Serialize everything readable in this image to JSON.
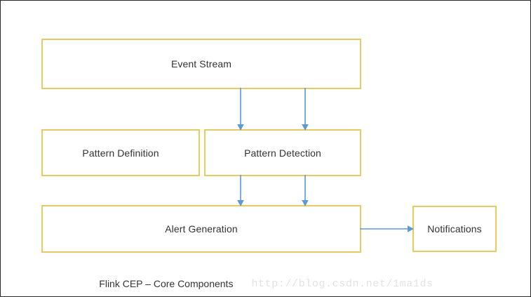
{
  "diagram": {
    "caption": "Flink CEP – Core Components",
    "watermark": "http://blog.csdn.net/1ma1ds",
    "colors": {
      "node_border": "#e8ca62",
      "node_fill": "#ffffff",
      "connector": "#5b9bd5",
      "text": "#333333",
      "frame": "#2b2b2b",
      "watermark_text": "#e3e3e3"
    },
    "nodes": [
      {
        "id": "event-stream",
        "label": "Event Stream"
      },
      {
        "id": "pattern-definition",
        "label": "Pattern Definition"
      },
      {
        "id": "pattern-detection",
        "label": "Pattern Detection"
      },
      {
        "id": "alert-generation",
        "label": "Alert Generation"
      },
      {
        "id": "notifications",
        "label": "Notifications"
      }
    ],
    "connectors": [
      {
        "id": "stream-to-detect-a",
        "from": "event-stream",
        "to": "pattern-detection",
        "direction": "down"
      },
      {
        "id": "stream-to-detect-b",
        "from": "event-stream",
        "to": "pattern-detection",
        "direction": "down"
      },
      {
        "id": "detect-to-alert-a",
        "from": "pattern-detection",
        "to": "alert-generation",
        "direction": "down"
      },
      {
        "id": "detect-to-alert-b",
        "from": "pattern-detection",
        "to": "alert-generation",
        "direction": "down"
      },
      {
        "id": "alert-to-notify",
        "from": "alert-generation",
        "to": "notifications",
        "direction": "right"
      }
    ]
  }
}
